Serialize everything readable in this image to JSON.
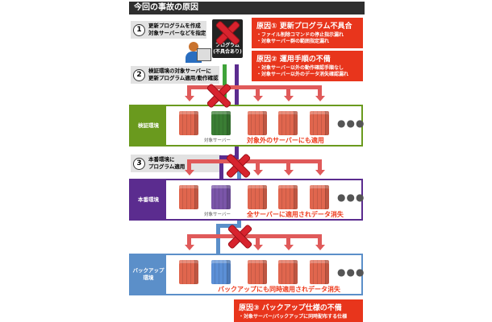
{
  "title": "今回の事故の原因",
  "steps": [
    {
      "num": "1",
      "lines": [
        "更新プログラムを作成",
        "対象サーバーなどを指定"
      ]
    },
    {
      "num": "2",
      "lines": [
        "検証環境の対象サーバーに",
        "更新プログラム適用/動作確認"
      ]
    },
    {
      "num": "3",
      "lines": [
        "本番環境に",
        "プログラム適用"
      ]
    }
  ],
  "program": {
    "line1": "プログラム",
    "line2": "(不具合あり)"
  },
  "causes": [
    {
      "heading": "原因① 更新プログラム不具合",
      "items": [
        "・ファイル削除コマンドの停止指示漏れ",
        "・対象サーバー群の範囲指定漏れ"
      ]
    },
    {
      "heading": "原因② 運用手順の不備",
      "items": [
        "・対象サーバー以外の動作確認手順なし",
        "・対象サーバー以外のデータ消失確認漏れ"
      ]
    },
    {
      "heading": "原因③ バックアップ仕様の不備",
      "items": [
        "・対象サーバー/バックアップに同時配布する仕様"
      ]
    }
  ],
  "envs": [
    {
      "label": "検証環境",
      "color": "#6a9a1e",
      "target_color": "#3a7d34",
      "target_caption": "対象サーバー",
      "warning": "対象外のサーバーにも適用"
    },
    {
      "label": "本番環境",
      "color": "#5b2c8f",
      "target_color": "#7a55a8",
      "target_caption": "対象サーバー",
      "warning": "全サーバーに適用されデータ消失"
    },
    {
      "label": "バックアップ環境",
      "color": "#5b8fc9",
      "target_color": "#5b8fd6",
      "target_caption": "",
      "warning": "バックアップにも同時適用されデータ消失"
    }
  ],
  "more": "●●●",
  "server_color": "#e0664e"
}
